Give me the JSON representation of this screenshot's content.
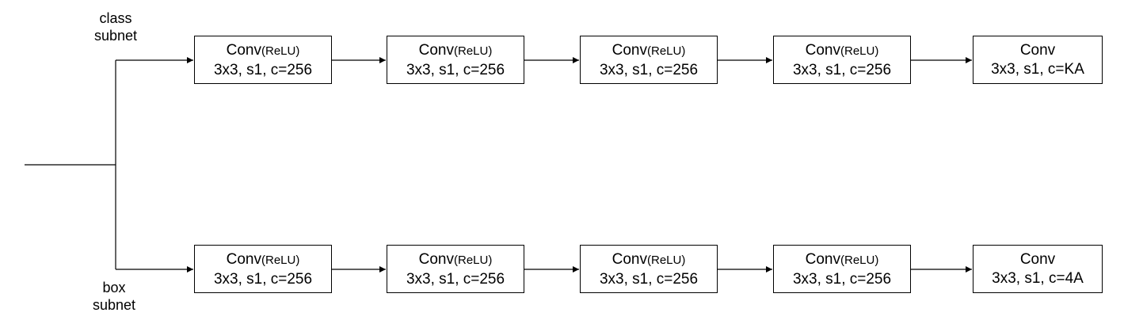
{
  "subnets": [
    {
      "label_lines": [
        "class",
        "subnet"
      ],
      "blocks": [
        {
          "name": "Conv",
          "activation": "ReLU",
          "params": "3x3, s1, c=256"
        },
        {
          "name": "Conv",
          "activation": "ReLU",
          "params": "3x3, s1, c=256"
        },
        {
          "name": "Conv",
          "activation": "ReLU",
          "params": "3x3, s1, c=256"
        },
        {
          "name": "Conv",
          "activation": "ReLU",
          "params": "3x3, s1, c=256"
        },
        {
          "name": "Conv",
          "activation": "",
          "params": "3x3, s1, c=KA"
        }
      ]
    },
    {
      "label_lines": [
        "box",
        "subnet"
      ],
      "blocks": [
        {
          "name": "Conv",
          "activation": "ReLU",
          "params": "3x3, s1, c=256"
        },
        {
          "name": "Conv",
          "activation": "ReLU",
          "params": "3x3, s1, c=256"
        },
        {
          "name": "Conv",
          "activation": "ReLU",
          "params": "3x3, s1, c=256"
        },
        {
          "name": "Conv",
          "activation": "ReLU",
          "params": "3x3, s1, c=256"
        },
        {
          "name": "Conv",
          "activation": "",
          "params": "3x3, s1, c=4A"
        }
      ]
    }
  ],
  "colors": {
    "stroke": "#000000",
    "background": "#ffffff"
  }
}
